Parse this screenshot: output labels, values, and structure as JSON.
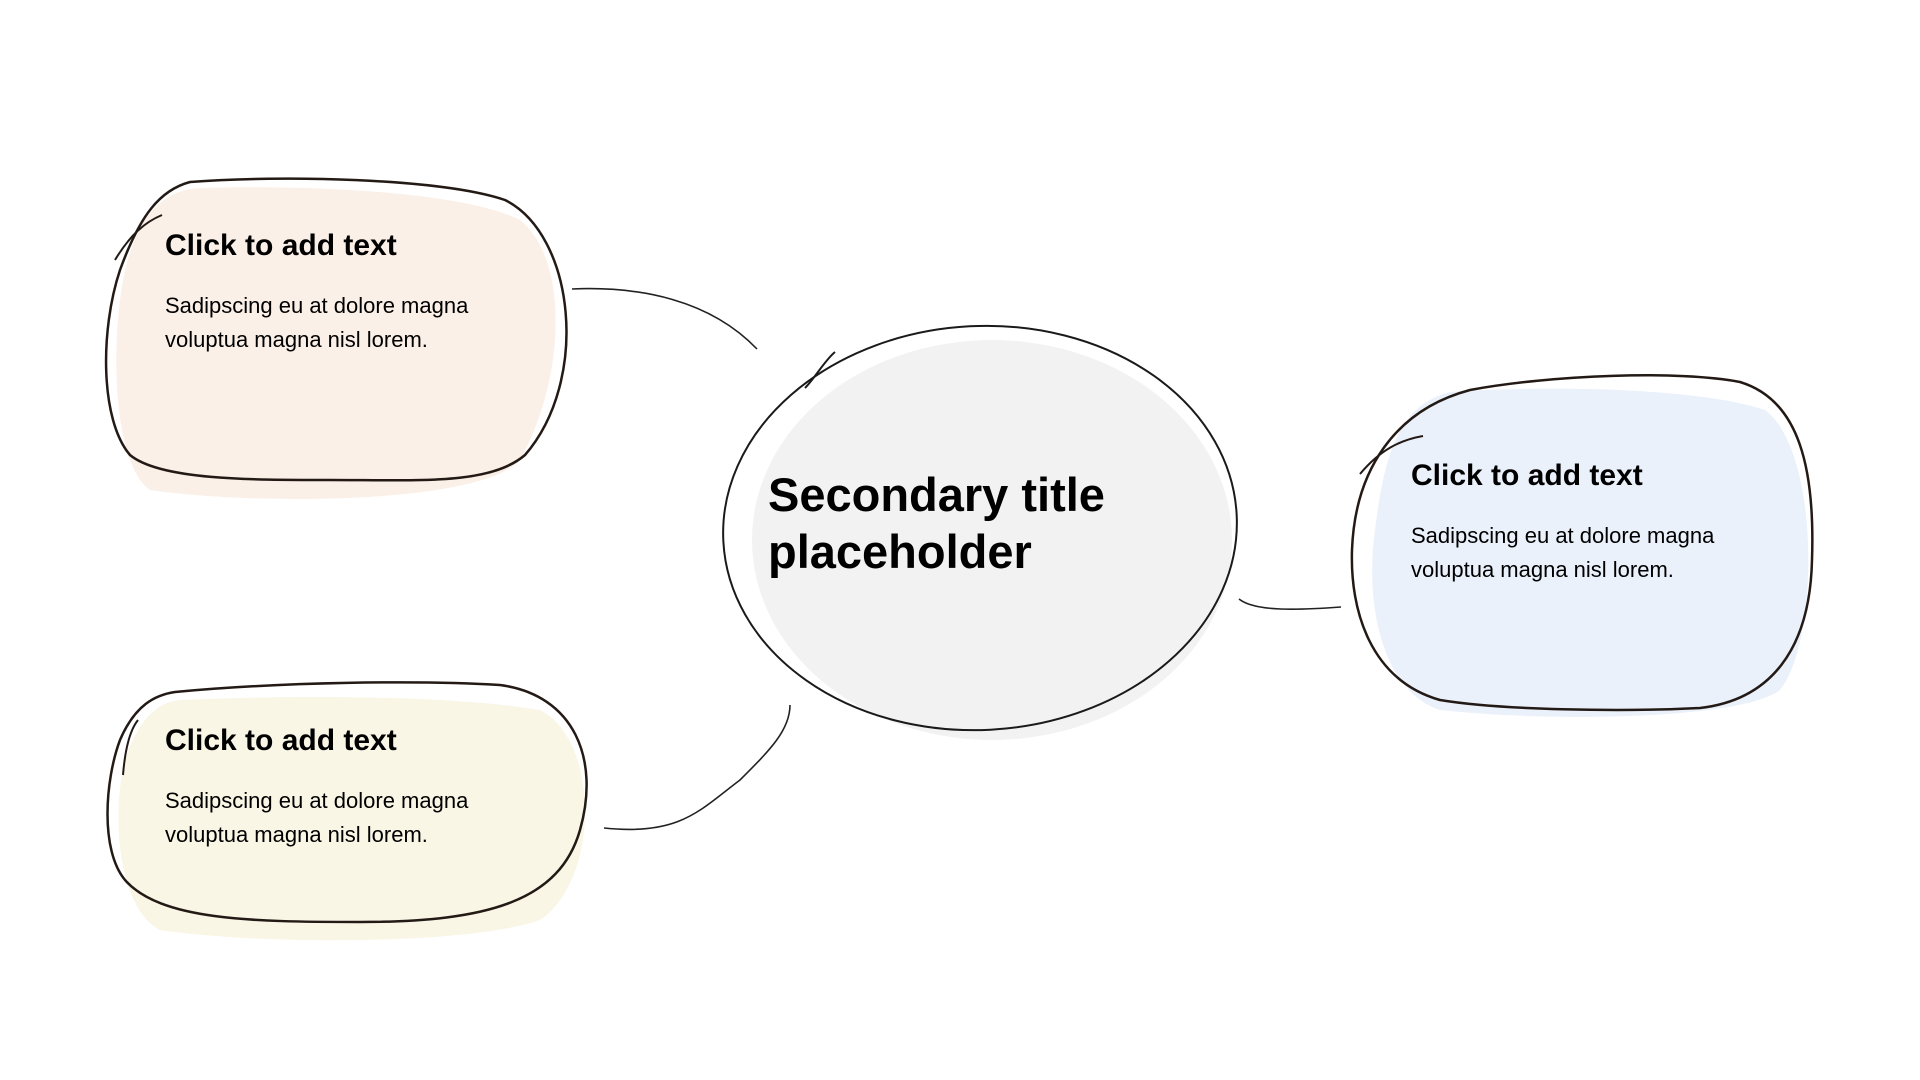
{
  "center": {
    "title": "Secondary title placeholder",
    "fill": "#f2f2f2"
  },
  "nodes": [
    {
      "heading": "Click to add text",
      "body": "Sadipscing eu at dolore magna voluptua magna nisl lorem.",
      "fill": "#fbf0e8"
    },
    {
      "heading": "Click to add text",
      "body": "Sadipscing eu at dolore magna voluptua magna nisl lorem.",
      "fill": "#f9f6e6"
    },
    {
      "heading": "Click to add text",
      "body": "Sadipscing eu at dolore magna voluptua magna nisl lorem.",
      "fill": "#eaf1fa"
    }
  ]
}
